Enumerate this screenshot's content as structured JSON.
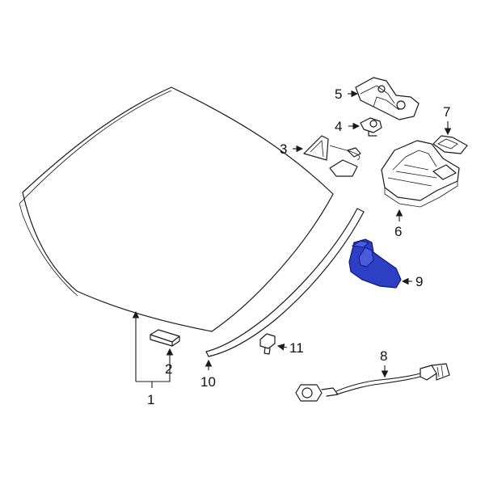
{
  "diagram": {
    "highlight_color": "#2d3fc4",
    "callouts": [
      {
        "key": "c1",
        "label": "1"
      },
      {
        "key": "c2",
        "label": "2"
      },
      {
        "key": "c3",
        "label": "3"
      },
      {
        "key": "c4",
        "label": "4"
      },
      {
        "key": "c5",
        "label": "5"
      },
      {
        "key": "c6",
        "label": "6"
      },
      {
        "key": "c7",
        "label": "7"
      },
      {
        "key": "c8",
        "label": "8"
      },
      {
        "key": "c9",
        "label": "9"
      },
      {
        "key": "c10",
        "label": "10"
      },
      {
        "key": "c11",
        "label": "11"
      }
    ]
  }
}
